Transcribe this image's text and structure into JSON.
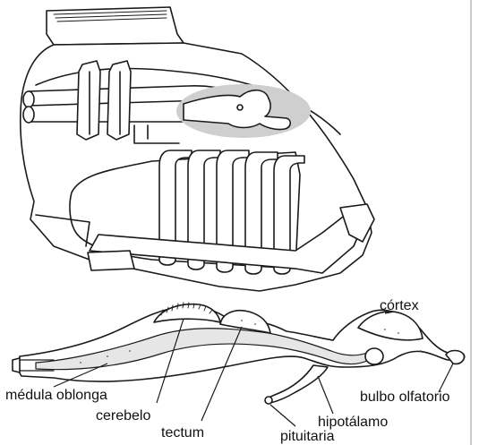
{
  "labels": {
    "cortex": "córtex",
    "medula": "médula oblonga",
    "cerebelo": "cerebelo",
    "tectum": "tectum",
    "bulbo": "bulbo olfatorio",
    "hipotalamo": "hipotálamo",
    "pituitaria": "pituitaria"
  },
  "colors": {
    "line": "#1a1a1a",
    "highlight": "#cfcfcf",
    "brain_fill": "#e6e6e6",
    "rule": "#c9c9c9"
  }
}
